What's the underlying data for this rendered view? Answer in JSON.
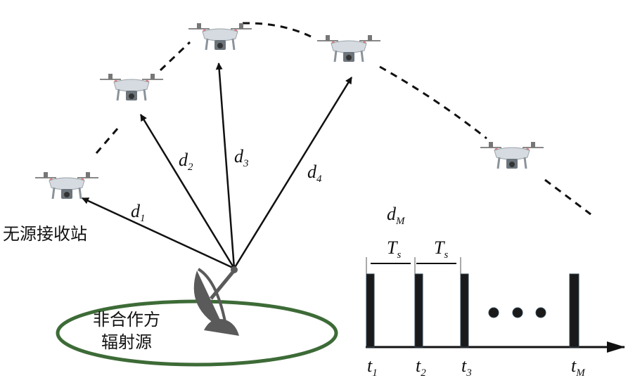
{
  "labels": {
    "receiver": "无源接收站",
    "emitter_line1": "非合作方",
    "emitter_line2": "辐射源"
  },
  "distances": [
    {
      "main": "d",
      "sub": "1"
    },
    {
      "main": "d",
      "sub": "2"
    },
    {
      "main": "d",
      "sub": "3"
    },
    {
      "main": "d",
      "sub": "4"
    },
    {
      "main": "d",
      "sub": "M"
    }
  ],
  "interval": {
    "main": "T",
    "sub": "s"
  },
  "times": [
    {
      "main": "t",
      "sub": "1"
    },
    {
      "main": "t",
      "sub": "2"
    },
    {
      "main": "t",
      "sub": "3"
    },
    {
      "main": "t",
      "sub": "M"
    }
  ],
  "colors": {
    "ellipse": "#3d6b37",
    "pulse": "#1a1a1a",
    "dish": "#5a5a5a",
    "drone": "#c9d0d6"
  }
}
